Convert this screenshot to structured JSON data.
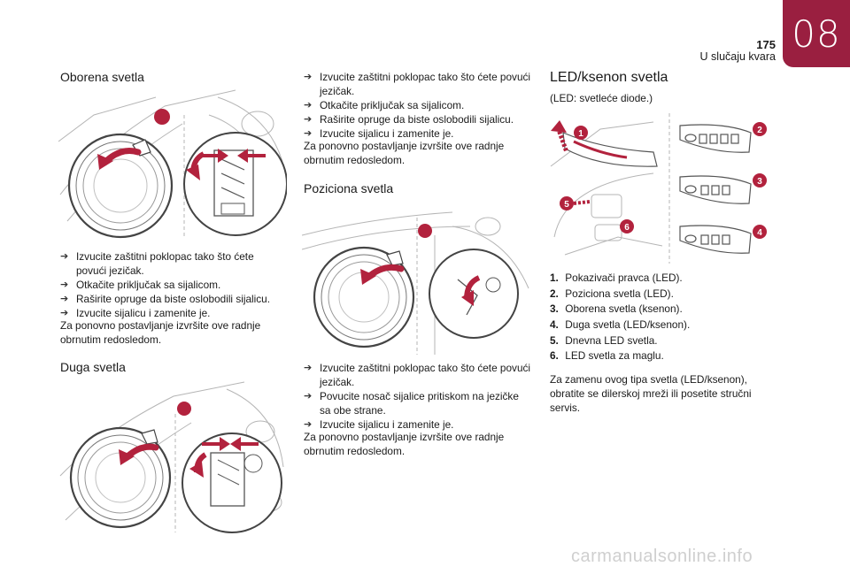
{
  "header": {
    "chapter_number": "08",
    "page_number": "175",
    "section_title": "U slučaju kvara"
  },
  "colors": {
    "accent": "#9a1f40",
    "arrow": "#b2223d"
  },
  "col1": {
    "low_beam": {
      "title": "Oborena svetla",
      "steps": [
        "Izvucite zaštitni poklopac tako što ćete povući jezičak.",
        "Otkačite priključak sa sijalicom.",
        "Raširite opruge da biste oslobodili sijalicu.",
        "Izvucite sijalicu i zamenite je."
      ],
      "note": "Za ponovno postavljanje izvršite ove radnje obrnutim redosledom."
    },
    "high_beam": {
      "title": "Duga svetla"
    }
  },
  "col2": {
    "high_beam": {
      "steps": [
        "Izvucite zaštitni poklopac tako što ćete povući jezičak.",
        "Otkačite priključak sa sijalicom.",
        "Raširite opruge da biste oslobodili sijalicu.",
        "Izvucite sijalicu i zamenite je."
      ],
      "note": "Za ponovno postavljanje izvršite ove radnje obrnutim redosledom."
    },
    "position": {
      "title": "Poziciona svetla",
      "steps": [
        "Izvucite zaštitni poklopac tako što ćete povući jezičak.",
        "Povucite nosač sijalice pritiskom na jezičke sa obe strane.",
        "Izvucite sijalicu i zamenite je."
      ],
      "note": "Za ponovno postavljanje izvršite ove radnje obrnutim redosledom."
    }
  },
  "col3": {
    "title": "LED/ksenon svetla",
    "subtitle": "(LED: svetleće diode.)",
    "callouts": [
      "1",
      "2",
      "3",
      "4",
      "5",
      "6"
    ],
    "legend": [
      {
        "num": "1.",
        "text": "Pokazivači pravca (LED)."
      },
      {
        "num": "2.",
        "text": "Poziciona svetla (LED)."
      },
      {
        "num": "3.",
        "text": "Oborena svetla (ksenon)."
      },
      {
        "num": "4.",
        "text": "Duga svetla (LED/ksenon)."
      },
      {
        "num": "5.",
        "text": "Dnevna LED svetla."
      },
      {
        "num": "6.",
        "text": "LED svetla za maglu."
      }
    ],
    "note": "Za zamenu ovog tipa svetla (LED/ksenon), obratite se dilerskoj mreži ili posetite stručni servis."
  },
  "watermark": "carmanualsonline.info"
}
